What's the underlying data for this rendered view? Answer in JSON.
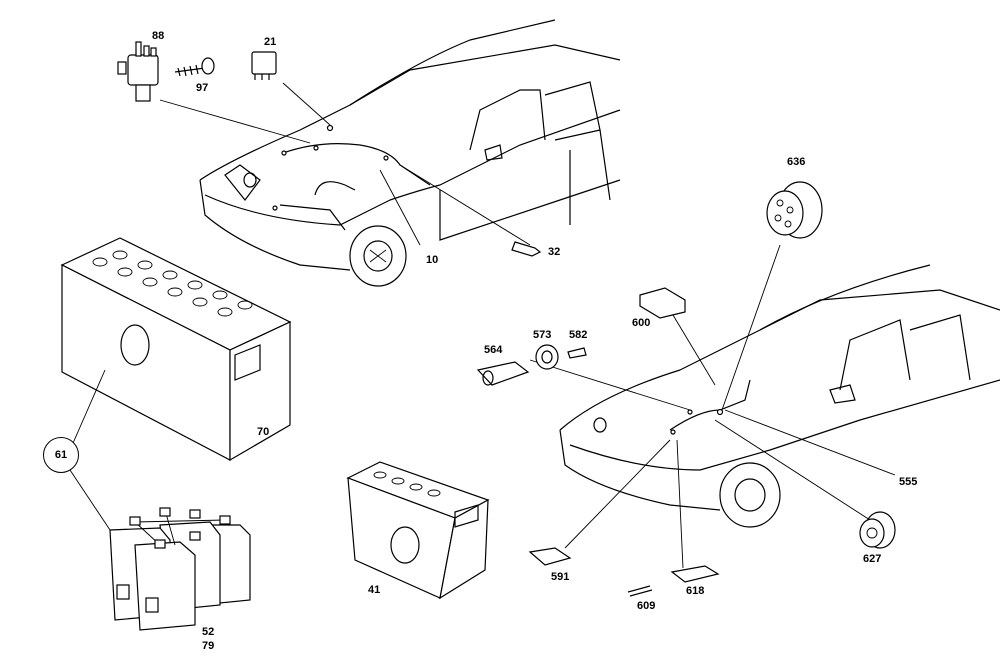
{
  "callouts": {
    "p88": "88",
    "p97": "97",
    "p21": "21",
    "p10": "10",
    "p32": "32",
    "p636": "636",
    "p600": "600",
    "p564": "564",
    "p573": "573",
    "p582": "582",
    "p555": "555",
    "p627": "627",
    "p61": "61",
    "p70": "70",
    "p41": "41",
    "p52": "52",
    "p79": "79",
    "p591": "591",
    "p609": "609",
    "p618": "618"
  }
}
